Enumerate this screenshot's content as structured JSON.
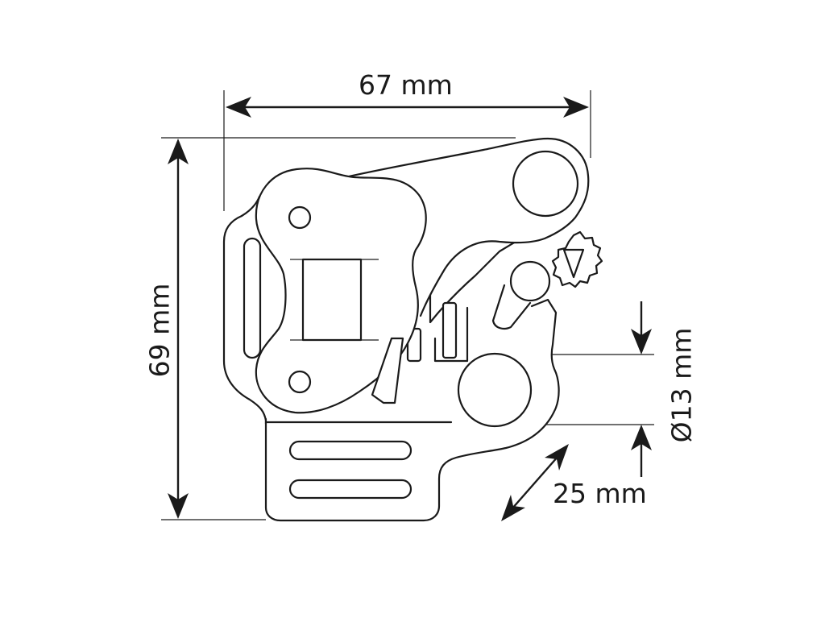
{
  "dimensions": {
    "width_label": "67 mm",
    "height_label": "69 mm",
    "diameter_label": "Ø13 mm",
    "thickness_label": "25 mm"
  },
  "colors": {
    "line": "#1a1a1a",
    "background": "#ffffff"
  }
}
